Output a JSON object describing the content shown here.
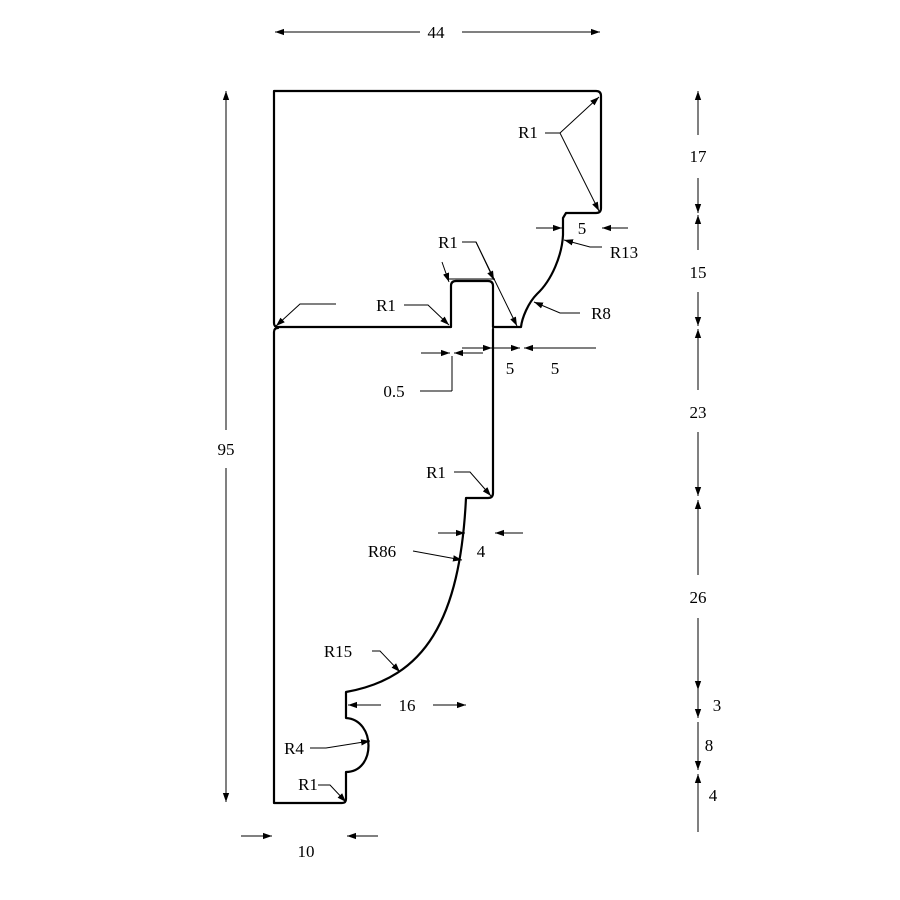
{
  "colors": {
    "line": "#000000",
    "background": "#ffffff"
  },
  "dimensions": {
    "overall_width": "44",
    "overall_height": "95",
    "base_width": "10",
    "right_column": [
      "17",
      "15",
      "23",
      "26",
      "3",
      "8",
      "4"
    ],
    "step_top": "5",
    "step_left": "5",
    "step_mid": "5",
    "offset_small": "0.5",
    "step_lower": "4",
    "bead_width": "16"
  },
  "radii": {
    "top_corner": "R1",
    "top_cove": "R13",
    "mid_cove": "R8",
    "groove": "R1",
    "groove_left": "R1",
    "lower_step": "R1",
    "large_curve": "R86",
    "lower_curve": "R15",
    "bead": "R4",
    "bottom": "R1"
  }
}
